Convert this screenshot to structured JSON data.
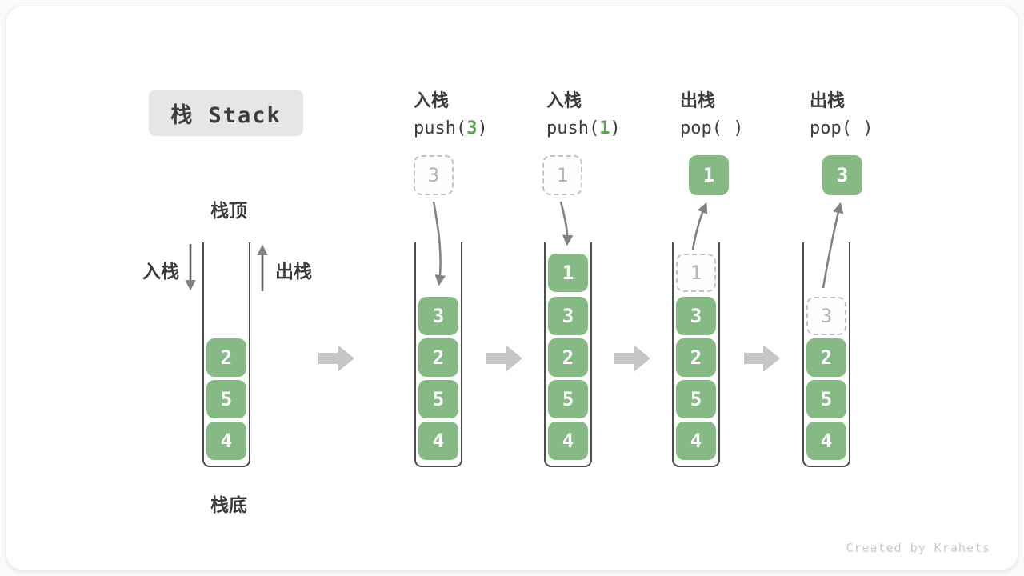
{
  "title": "栈 Stack",
  "labels": {
    "stack_top": "栈顶",
    "stack_bottom": "栈底",
    "push_side": "入栈",
    "pop_side": "出栈"
  },
  "operations": [
    {
      "label": "入栈",
      "code_prefix": "push(",
      "arg": "3",
      "code_suffix": ")"
    },
    {
      "label": "入栈",
      "code_prefix": "push(",
      "arg": "1",
      "code_suffix": ")"
    },
    {
      "label": "出栈",
      "code_prefix": "pop(",
      "arg": " ",
      "code_suffix": ")"
    },
    {
      "label": "出栈",
      "code_prefix": "pop(",
      "arg": " ",
      "code_suffix": ")"
    }
  ],
  "floating_values": [
    {
      "value": "3",
      "style": "dashed"
    },
    {
      "value": "1",
      "style": "dashed"
    },
    {
      "value": "1",
      "style": "solid"
    },
    {
      "value": "3",
      "style": "solid"
    }
  ],
  "stacks": [
    {
      "cells": [
        {
          "value": "2"
        },
        {
          "value": "5"
        },
        {
          "value": "4"
        }
      ]
    },
    {
      "cells": [
        {
          "value": "3"
        },
        {
          "value": "2"
        },
        {
          "value": "5"
        },
        {
          "value": "4"
        }
      ]
    },
    {
      "cells": [
        {
          "value": "1"
        },
        {
          "value": "3"
        },
        {
          "value": "2"
        },
        {
          "value": "5"
        },
        {
          "value": "4"
        }
      ]
    },
    {
      "cells": [
        {
          "value": "1",
          "ghost": true
        },
        {
          "value": "3"
        },
        {
          "value": "2"
        },
        {
          "value": "5"
        },
        {
          "value": "4"
        }
      ]
    },
    {
      "cells": [
        {
          "value": "3",
          "ghost": true
        },
        {
          "value": "2"
        },
        {
          "value": "5"
        },
        {
          "value": "4"
        }
      ]
    }
  ],
  "watermark": "Created by Krahets",
  "colors": {
    "block_green": "#86ba84",
    "code_arg_green": "#5fa052",
    "block_arrow_gray": "#c6c6c6",
    "thin_arrow_gray": "#828282",
    "title_box_gray": "#e6e6e6"
  }
}
